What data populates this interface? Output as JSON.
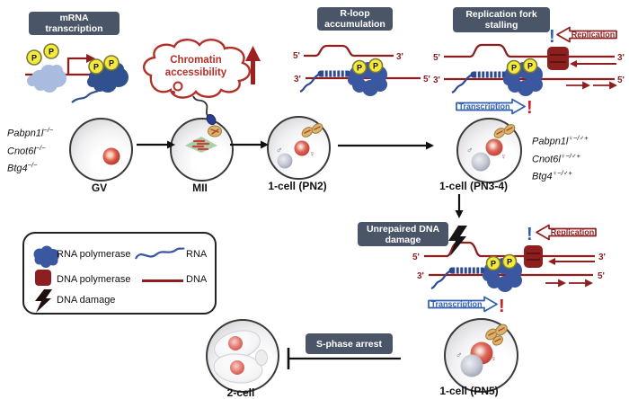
{
  "figure": {
    "callouts": {
      "mrna_transcription": "mRNA\ntranscription",
      "chromatin_accessibility_1": "Chromatin",
      "chromatin_accessibility_2": "accessibility",
      "rloop_accumulation": "R-loop\naccumulation",
      "replication_fork_stalling": "Replication fork\nstalling",
      "unrepaired_dna_damage": "Unrepaired DNA\ndamage",
      "s_phase_arrest": "S-phase arrest"
    },
    "flow": {
      "replication": "Replication",
      "transcription": "Transcription",
      "warning": "!"
    },
    "strands": {
      "five_prime": "5'",
      "three_prime": "3'"
    },
    "phospho": "P",
    "symbols": {
      "male": "♂",
      "female": "♀"
    },
    "stages": {
      "gv": "GV",
      "mii": "MII",
      "one_cell_pn2": "1-cell (PN2)",
      "one_cell_pn34": "1-cell (PN3-4)",
      "one_cell_pn5": "1-cell (PN5)",
      "two_cell": "2-cell"
    },
    "genotypes": {
      "maternal_null": [
        {
          "gene": "Pabpn1l",
          "sup": "−/−"
        },
        {
          "gene": "Cnot6l",
          "sup": "−/−"
        },
        {
          "gene": "Btg4",
          "sup": "−/−"
        }
      ],
      "zygote": [
        {
          "gene": "Pabpn1l",
          "sup": "♀−/♂+"
        },
        {
          "gene": "Cnot6l",
          "sup": "♀−/♂+"
        },
        {
          "gene": "Btg4",
          "sup": "♀−/♂+"
        }
      ]
    },
    "legend": {
      "rna_polymerase": "RNA polymerase",
      "rna": "RNA",
      "dna_polymerase": "DNA polymerase",
      "dna": "DNA",
      "dna_damage": "DNA damage"
    },
    "colors": {
      "callout_bg": "#4a5568",
      "dna_red": "#8e1f1f",
      "alert_red": "#cc2129",
      "rna_blue": "#3a57a0",
      "accent_blue": "#2f5fae",
      "phospho_yellow": "#f4ea3e",
      "cloud_red": "#b23028"
    }
  }
}
